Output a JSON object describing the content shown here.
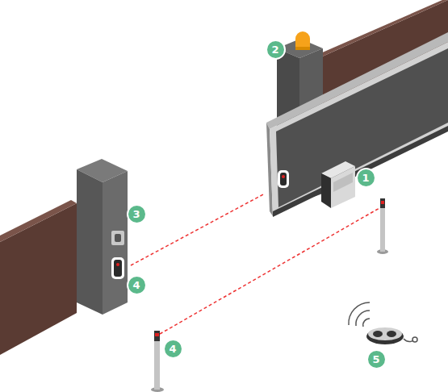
{
  "diagram": {
    "nodes": [
      {
        "text": [
          "2"
        ]
      },
      {
        "text": [
          "1"
        ]
      },
      {
        "text": [
          "3"
        ]
      },
      {
        "text": [
          "4"
        ]
      },
      {
        "text": [
          "4"
        ]
      },
      {
        "text": [
          "5"
        ]
      }
    ]
  }
}
